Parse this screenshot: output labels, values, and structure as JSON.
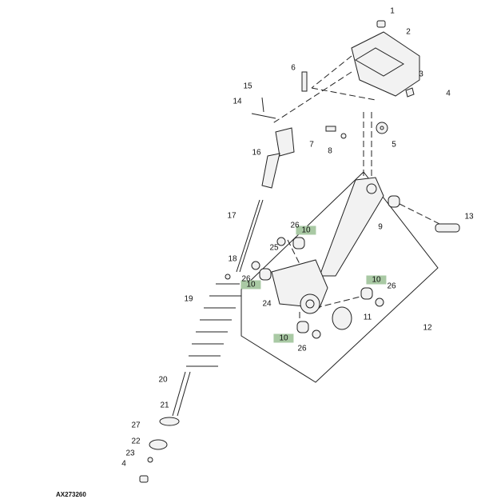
{
  "figure_code": "AX273260",
  "callouts": [
    "1",
    "2",
    "3",
    "4",
    "5",
    "6",
    "7",
    "8",
    "9",
    "10",
    "10",
    "10",
    "10",
    "11",
    "12",
    "13",
    "14",
    "15",
    "16",
    "17",
    "18",
    "19",
    "20",
    "21",
    "22",
    "23",
    "24",
    "25",
    "26",
    "26",
    "26",
    "26",
    "27",
    "4"
  ],
  "highlight_color": "#a9c9a4"
}
